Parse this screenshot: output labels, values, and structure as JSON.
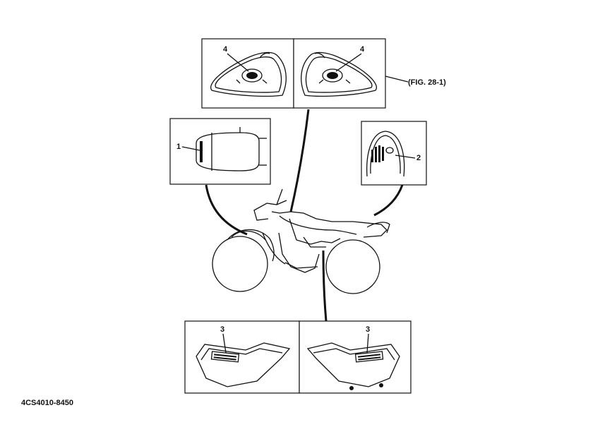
{
  "figure_reference": "(FIG. 28-1)",
  "callouts": {
    "rear_fender_emblem": "1",
    "front_fender_emblem": "2",
    "side_cover_left": "3",
    "side_cover_right": "3",
    "tank_left": "4",
    "tank_right": "4"
  },
  "part_code": "4CS4010-8450"
}
